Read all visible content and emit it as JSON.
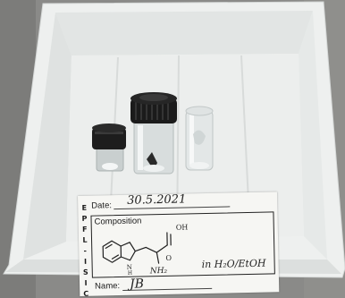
{
  "label": {
    "institution_letters": [
      "E",
      "P",
      "F",
      "L",
      "-",
      "I",
      "S",
      "I",
      "C"
    ],
    "date_label": "Date:",
    "date_value": "30.5.2021",
    "composition_label": "Composition",
    "solvent_note": "in H₂O/EtOH",
    "amine_label": "NH₂",
    "indole_nh_label": "N",
    "indole_h_label": "H",
    "acid_oh_label": "OH",
    "acid_o_label": "O",
    "name_label": "Name:",
    "name_value": "JB"
  },
  "colors": {
    "tray": "#e9ebea",
    "background": "#8c8c8a",
    "cap": "#1b1b1b",
    "glass": "#cfd4d4"
  }
}
